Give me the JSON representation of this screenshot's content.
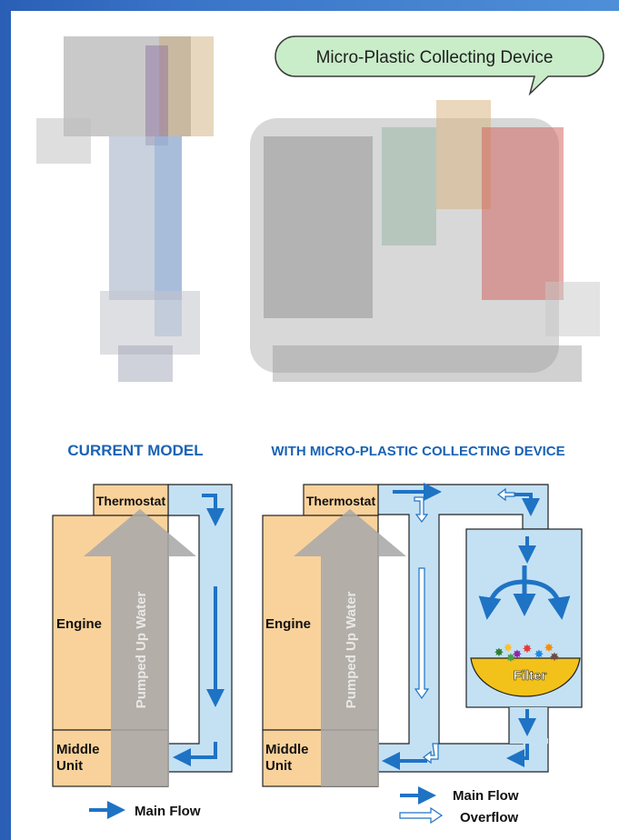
{
  "callout": {
    "text": "Micro-Plastic Collecting Device"
  },
  "current": {
    "title": "CURRENT MODEL",
    "thermostat": "Thermostat",
    "engine": "Engine",
    "middle_unit": [
      "Middle",
      "Unit"
    ],
    "pumped": "Pumped Up Water",
    "legend_main": "Main Flow"
  },
  "device": {
    "title": "WITH MICRO-PLASTIC COLLECTING DEVICE",
    "thermostat": "Thermostat",
    "engine": "Engine",
    "middle_unit": [
      "Middle",
      "Unit"
    ],
    "pumped": "Pumped Up Water",
    "filter": "Filter",
    "legend_main": "Main Flow",
    "legend_overflow": "Overflow"
  },
  "colors": {
    "title_blue": "#1a63b5",
    "engine_fill": "#f9d29b",
    "pipe_fill": "#c4e1f4",
    "arrow_blue": "#1f73c4",
    "pumped_arrow": "#a8a8a8",
    "filter_yellow": "#f2c21a"
  }
}
